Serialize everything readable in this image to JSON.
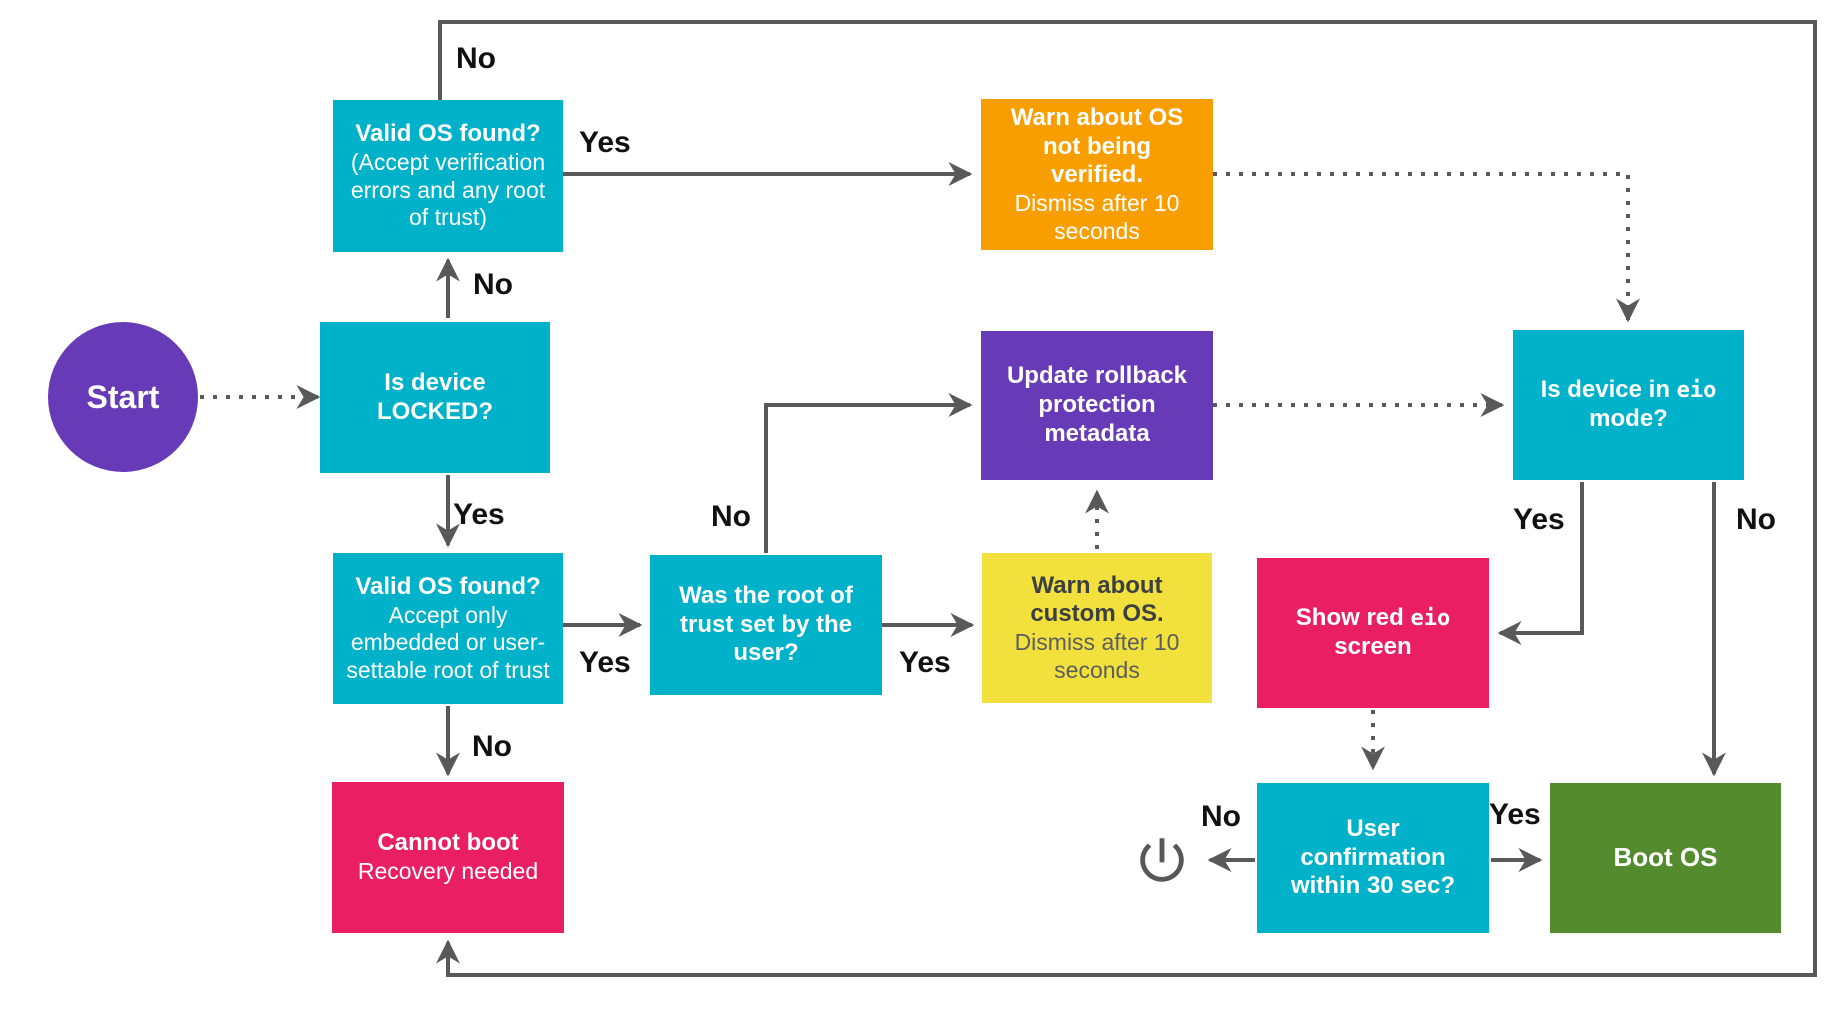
{
  "colors": {
    "cyan_box": "#00b1ca",
    "purple_box": "#673ab7",
    "orange_box": "#f99e00",
    "yellow_box": "#f2e13c",
    "pink_box": "#e91e63",
    "green_box": "#548b2e",
    "connector": "#595959",
    "edge_label_text": "#111111",
    "yellow_box_title_text": "#3d4043",
    "yellow_box_subtitle_text": "#5c5e60",
    "node_text": "#ffffff"
  },
  "icons": {
    "power": "power-symbol"
  },
  "nodes": {
    "start": {
      "label": "Start"
    },
    "valid_os_any": {
      "title": "Valid OS found?",
      "subtitle": "(Accept verification errors and any root of trust)"
    },
    "is_locked": {
      "title": "Is device LOCKED?"
    },
    "warn_unverified": {
      "title": "Warn about OS not being verified.",
      "subtitle": "Dismiss after 10 seconds"
    },
    "update_rollback": {
      "title": "Update rollback protection metadata"
    },
    "is_eio": {
      "title_parts": [
        "Is device in ",
        "eio",
        " mode?"
      ]
    },
    "valid_os_strict": {
      "title": "Valid OS found?",
      "subtitle": "Accept only embedded or user-settable root of trust"
    },
    "root_of_trust": {
      "title": "Was the root of trust set by the user?"
    },
    "warn_custom": {
      "title": "Warn about custom OS.",
      "subtitle": "Dismiss after 10 seconds"
    },
    "show_red_eio": {
      "title_parts": [
        "Show red ",
        "eio",
        " screen"
      ]
    },
    "cannot_boot": {
      "title": "Cannot boot",
      "subtitle": "Recovery needed"
    },
    "user_confirmation": {
      "title": "User confirmation within 30 sec?"
    },
    "boot_os": {
      "title": "Boot OS"
    }
  },
  "edge_labels": {
    "valid_os_any_no": "No",
    "valid_os_any_yes": "Yes",
    "locked_no": "No",
    "locked_yes": "Yes",
    "root_no": "No",
    "strict_yes": "Yes",
    "strict_no": "No",
    "root_yes": "Yes",
    "eio_yes": "Yes",
    "eio_no": "No",
    "confirm_no": "No",
    "confirm_yes": "Yes"
  }
}
